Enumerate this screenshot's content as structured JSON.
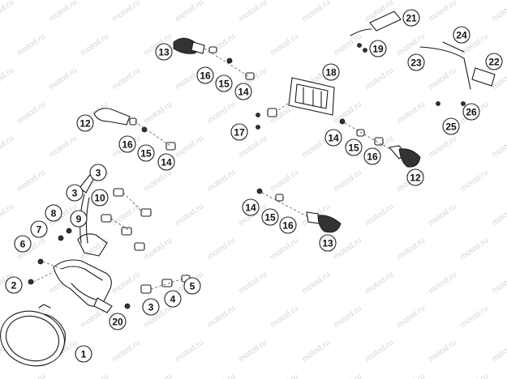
{
  "watermark": "motod.ru",
  "callouts": [
    {
      "n": "1"
    },
    {
      "n": "2"
    },
    {
      "n": "3"
    },
    {
      "n": "3"
    },
    {
      "n": "3"
    },
    {
      "n": "4"
    },
    {
      "n": "5"
    },
    {
      "n": "6"
    },
    {
      "n": "7"
    },
    {
      "n": "8"
    },
    {
      "n": "9"
    },
    {
      "n": "10"
    },
    {
      "n": "12"
    },
    {
      "n": "12"
    },
    {
      "n": "13"
    },
    {
      "n": "13"
    },
    {
      "n": "14"
    },
    {
      "n": "14"
    },
    {
      "n": "14"
    },
    {
      "n": "14"
    },
    {
      "n": "15"
    },
    {
      "n": "15"
    },
    {
      "n": "15"
    },
    {
      "n": "15"
    },
    {
      "n": "16"
    },
    {
      "n": "16"
    },
    {
      "n": "16"
    },
    {
      "n": "16"
    },
    {
      "n": "17"
    },
    {
      "n": "18"
    },
    {
      "n": "19"
    },
    {
      "n": "20"
    },
    {
      "n": "21"
    },
    {
      "n": "22"
    },
    {
      "n": "23"
    },
    {
      "n": "24"
    },
    {
      "n": "25"
    },
    {
      "n": "26"
    }
  ]
}
